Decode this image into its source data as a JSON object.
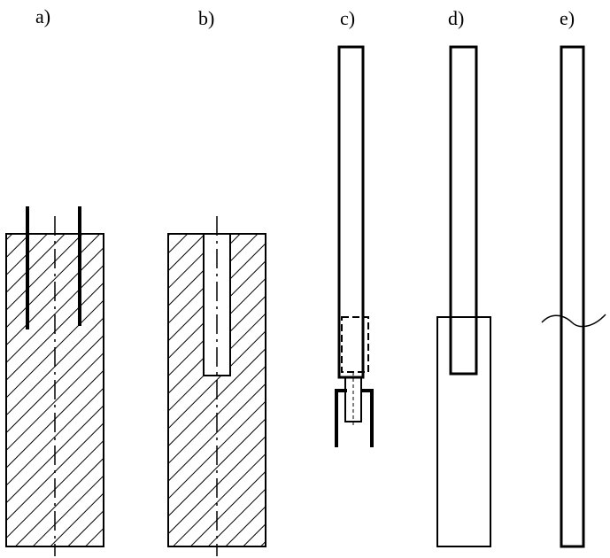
{
  "figure": {
    "panels": [
      {
        "id": "a",
        "label": "a)"
      },
      {
        "id": "b",
        "label": "b)"
      },
      {
        "id": "c",
        "label": "c)"
      },
      {
        "id": "d",
        "label": "d)"
      },
      {
        "id": "e",
        "label": "e)"
      }
    ],
    "colors": {
      "ink": "#000000",
      "background": "#ffffff"
    }
  }
}
